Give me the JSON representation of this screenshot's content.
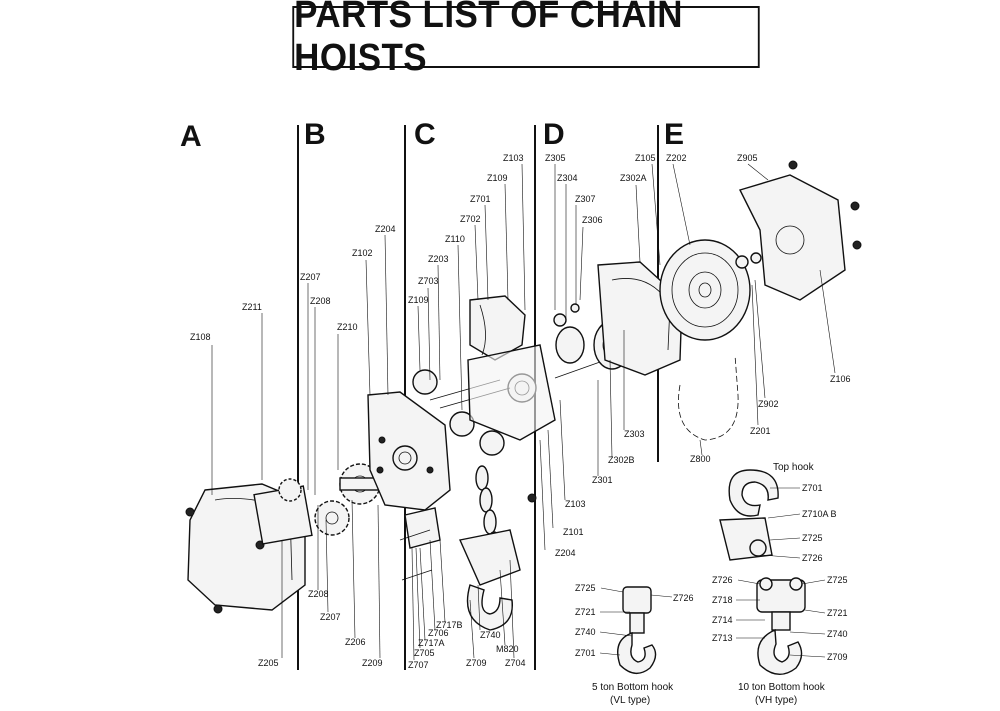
{
  "title": "PARTS LIST OF CHAIN HOISTS",
  "sections": [
    "A",
    "B",
    "C",
    "D",
    "E"
  ],
  "labels": {
    "z108": "Z108",
    "z211": "Z211",
    "z207a": "Z207",
    "z208a": "Z208",
    "z210": "Z210",
    "z102": "Z102",
    "z204a": "Z204",
    "z203": "Z203",
    "z703": "Z703",
    "z109a": "Z109",
    "z110": "Z110",
    "z702": "Z702",
    "z701a": "Z701",
    "z109b": "Z109",
    "z103a": "Z103",
    "z305": "Z305",
    "z304": "Z304",
    "z307": "Z307",
    "z306": "Z306",
    "z302a": "Z302A",
    "z105": "Z105",
    "z202": "Z202",
    "z905": "Z905",
    "z106": "Z106",
    "z902": "Z902",
    "z201": "Z201",
    "z303": "Z303",
    "z302b": "Z302B",
    "z301": "Z301",
    "z800": "Z800",
    "z103b": "Z103",
    "z101": "Z101",
    "z204b": "Z204",
    "z208b": "Z208",
    "z207b": "Z207",
    "z206": "Z206",
    "z205": "Z205",
    "z209": "Z209",
    "z707": "Z707",
    "z705": "Z705",
    "z717a": "Z717A",
    "z706": "Z706",
    "z717b": "Z717B",
    "z740a": "Z740",
    "m820": "M820",
    "z709a": "Z709",
    "z704": "Z704",
    "bh5_z725": "Z725",
    "bh5_z726": "Z726",
    "bh5_z721": "Z721",
    "bh5_z740": "Z740",
    "bh5_z701": "Z701",
    "top_z701": "Z701",
    "top_z710ab": "Z710A B",
    "top_z725": "Z725",
    "top_z726": "Z726",
    "bh10_z726": "Z726",
    "bh10_z725": "Z725",
    "bh10_z718": "Z718",
    "bh10_z721": "Z721",
    "bh10_z714": "Z714",
    "bh10_z713": "Z713",
    "bh10_z740": "Z740",
    "bh10_z709": "Z709"
  },
  "captions": {
    "top_hook": "Top hook",
    "bottom5_line1": "5 ton Bottom hook",
    "bottom5_line2": "(VL type)",
    "bottom10_line1": "10 ton Bottom hook",
    "bottom10_line2": "(VH type)"
  }
}
